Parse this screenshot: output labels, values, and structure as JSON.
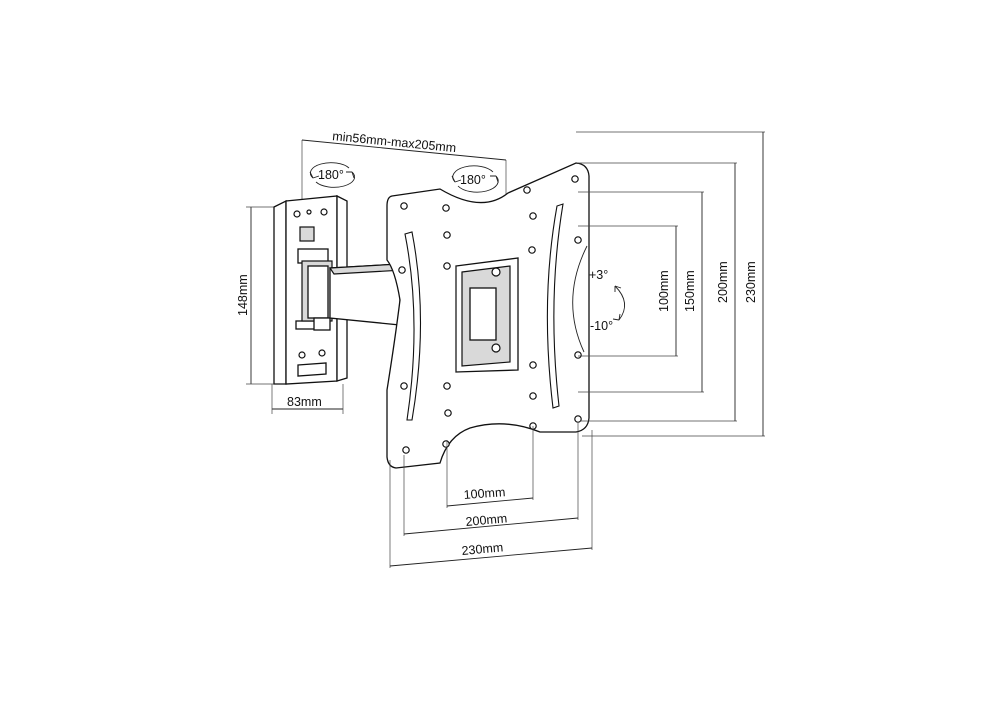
{
  "diagram": {
    "arm_extension_label": "min56mm-max205mm",
    "swivel_wall_label": "180°",
    "swivel_plate_label": "180°",
    "tilt_up_label": "+3°",
    "tilt_down_label": "-10°",
    "wall_plate_height_label": "148mm",
    "wall_plate_width_label": "83mm",
    "vertical_dimensions": [
      "100mm",
      "150mm",
      "200mm",
      "230mm"
    ],
    "horizontal_dimensions": [
      "100mm",
      "200mm",
      "230mm"
    ],
    "colors": {
      "line": "#222222",
      "background": "#ffffff"
    }
  }
}
